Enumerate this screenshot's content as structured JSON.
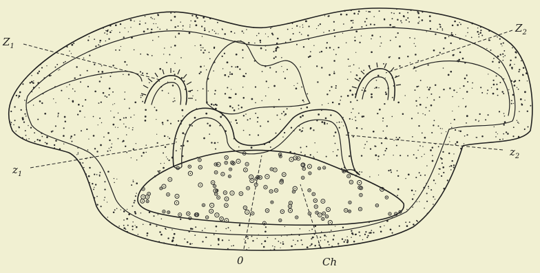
{
  "figure": {
    "labels": {
      "Z1": {
        "main": "Z",
        "sub": "1"
      },
      "Z2": {
        "main": "Z",
        "sub": "2"
      },
      "z1": {
        "main": "z",
        "sub": "1"
      },
      "z2": {
        "main": "z",
        "sub": "2"
      },
      "o": {
        "main": "0"
      },
      "Ch": {
        "main": "Ch"
      }
    }
  }
}
